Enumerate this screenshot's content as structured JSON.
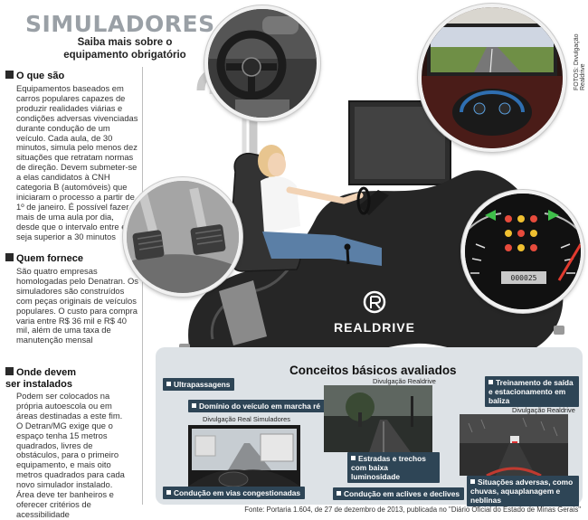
{
  "header": {
    "title": "SIMULADORES",
    "subtitle": "Saiba mais sobre o equipamento obrigatório"
  },
  "sections": [
    {
      "heading": "O que são",
      "text": "Equipamentos baseados em carros populares capazes de produzir realidades viárias e condições adversas vivenciadas durante condução de um veículo. Cada aula, de 30 minutos, simula pelo menos dez situações que retratam normas de direção. Devem submeter-se a elas candidatos à CNH categoria B (automóveis) que iniciaram o processo a partir de 1º de janeiro. É possível fazer mais de uma aula por dia, desde que o intervalo entre elas seja superior a 30 minutos"
    },
    {
      "heading": "Quem fornece",
      "text": "São quatro empresas homologadas pelo Denatran. Os simuladores são construídos com peças originais de veículos populares. O custo para compra varia entre R$ 36 mil e R$ 40 mil, além de uma taxa de manutenção mensal"
    },
    {
      "heading": "Onde devem ser instalados",
      "text": "Podem ser colocados na própria autoescola ou em áreas destinadas a este fim. O Detran/MG exige que o espaço tenha 15 metros quadrados, livres de obstáculos, para o primeiro equipamento, e mais oito metros quadrados para cada novo simulador instalado. Área deve ter banheiros e oferecer critérios de acessibilidade"
    }
  ],
  "photo_credit": "FOTOS: Divulgação Realdrive",
  "brand": "REALDRIVE",
  "dashboard_odometer": "000025",
  "concepts": {
    "title": "Conceitos básicos avaliados",
    "items": [
      "Ultrapassagens",
      "Domínio do veículo em marcha ré",
      "Condução em vias congestionadas",
      "Estradas e trechos com baixa luminosidade",
      "Condução em aclives e declives",
      "Treinamento de saída e estacionamento em baliza",
      "Situações adversas, como chuvas, aquaplanagem e neblinas"
    ],
    "photo_credits": [
      "Divulgação Real Simuladores",
      "Divulgação Realdrive",
      "Divulgação Realdrive"
    ]
  },
  "footer": "Fonte: Portaria 1.604, de 27 de dezembro de 2013, publicada no \"Diário Oficial do Estado de Minas Gerais\""
}
